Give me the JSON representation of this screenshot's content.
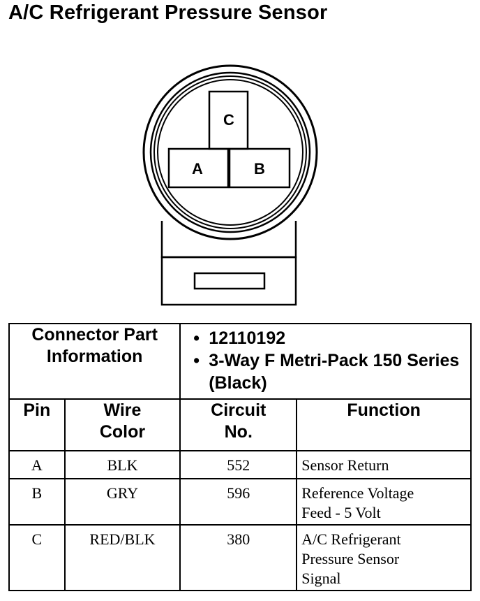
{
  "title": "A/C Refrigerant Pressure Sensor",
  "connector": {
    "pins": [
      {
        "label": "C"
      },
      {
        "label": "A"
      },
      {
        "label": "B"
      }
    ]
  },
  "table": {
    "part_info_label": "Connector Part Information",
    "part_numbers": [
      "12110192",
      "3-Way F Metri-Pack 150 Series (Black)"
    ],
    "headers": {
      "pin": "Pin",
      "wire_color": "Wire Color",
      "circuit": "Circuit No.",
      "function": "Function"
    },
    "rows": [
      {
        "pin": "A",
        "wire_color": "BLK",
        "circuit": "552",
        "function": "Sensor Return"
      },
      {
        "pin": "B",
        "wire_color": "GRY",
        "circuit": "596",
        "function": "Reference Voltage\nFeed - 5 Volt"
      },
      {
        "pin": "C",
        "wire_color": "RED/BLK",
        "circuit": "380",
        "function": "A/C Refrigerant\nPressure Sensor\nSignal"
      }
    ]
  }
}
